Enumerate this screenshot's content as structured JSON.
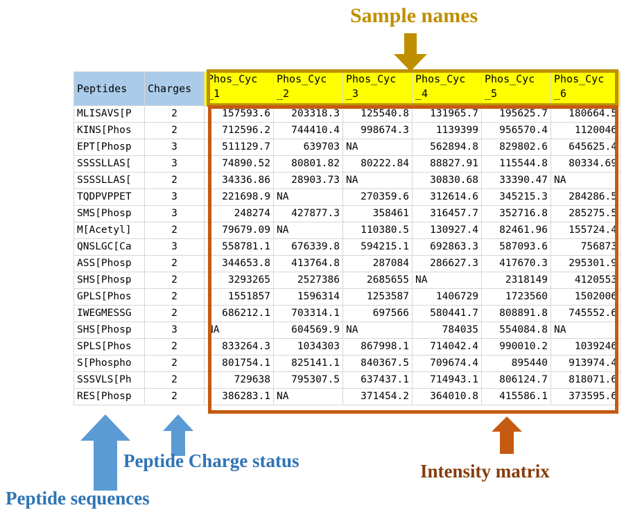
{
  "annotations": {
    "sample_names": "Sample names",
    "peptide_charge_status": "Peptide Charge status",
    "peptide_sequences": "Peptide sequences",
    "intensity_matrix": "Intensity matrix"
  },
  "colors": {
    "sample_names_accent": "#bf8f00",
    "intensity_matrix_accent": "#c55a11",
    "peptide_accent": "#2e74b5",
    "header_fill": "#aaccea",
    "sample_header_fill": "#ffff00"
  },
  "table": {
    "headers": {
      "peptides": "Peptides",
      "charges": "Charges",
      "samples": [
        "Phos_Cyc\n_1",
        "Phos_Cyc\n_2",
        "Phos_Cyc\n_3",
        "Phos_Cyc\n_4",
        "Phos_Cyc\n_5",
        "Phos_Cyc\n_6"
      ]
    },
    "rows": [
      {
        "peptide": "MLISAVS[P",
        "charge": "2",
        "values": [
          "157593.6",
          "203318.3",
          "125540.8",
          "131965.7",
          "195625.7",
          "180664.5"
        ]
      },
      {
        "peptide": "KINS[Phos",
        "charge": "2",
        "values": [
          "712596.2",
          "744410.4",
          "998674.3",
          "1139399",
          "956570.4",
          "1120046"
        ]
      },
      {
        "peptide": "EPT[Phosp",
        "charge": "3",
        "values": [
          "511129.7",
          "639703",
          "NA",
          "562894.8",
          "829802.6",
          "645625.4"
        ]
      },
      {
        "peptide": "SSSSLLAS[",
        "charge": "3",
        "values": [
          "74890.52",
          "80801.82",
          "80222.84",
          "88827.91",
          "115544.8",
          "80334.69"
        ]
      },
      {
        "peptide": "SSSSLLAS[",
        "charge": "2",
        "values": [
          "34336.86",
          "28903.73",
          "NA",
          "30830.68",
          "33390.47",
          "NA"
        ]
      },
      {
        "peptide": "TQDPVPPET",
        "charge": "3",
        "values": [
          "221698.9",
          "NA",
          "270359.6",
          "312614.6",
          "345215.3",
          "284286.5"
        ]
      },
      {
        "peptide": "SMS[Phosp",
        "charge": "3",
        "values": [
          "248274",
          "427877.3",
          "358461",
          "316457.7",
          "352716.8",
          "285275.5"
        ]
      },
      {
        "peptide": "M[Acetyl]",
        "charge": "2",
        "values": [
          "79679.09",
          "NA",
          "110380.5",
          "130927.4",
          "82461.96",
          "155724.4"
        ]
      },
      {
        "peptide": "QNSLGC[Ca",
        "charge": "3",
        "values": [
          "558781.1",
          "676339.8",
          "594215.1",
          "692863.3",
          "587093.6",
          "756873"
        ]
      },
      {
        "peptide": "ASS[Phosp",
        "charge": "2",
        "values": [
          "344653.8",
          "413764.8",
          "287084",
          "286627.3",
          "417670.3",
          "295301.9"
        ]
      },
      {
        "peptide": "SHS[Phosp",
        "charge": "2",
        "values": [
          "3293265",
          "2527386",
          "2685655",
          "NA",
          "2318149",
          "4120553"
        ]
      },
      {
        "peptide": "GPLS[Phos",
        "charge": "2",
        "values": [
          "1551857",
          "1596314",
          "1253587",
          "1406729",
          "1723560",
          "1502006"
        ]
      },
      {
        "peptide": "IWEGMESSG",
        "charge": "2",
        "values": [
          "686212.1",
          "703314.1",
          "697566",
          "580441.7",
          "808891.8",
          "745552.6"
        ]
      },
      {
        "peptide": "SHS[Phosp",
        "charge": "3",
        "values": [
          "NA",
          "604569.9",
          "NA",
          "784035",
          "554084.8",
          "NA"
        ]
      },
      {
        "peptide": "SPLS[Phos",
        "charge": "2",
        "values": [
          "833264.3",
          "1034303",
          "867998.1",
          "714042.4",
          "990010.2",
          "1039246"
        ]
      },
      {
        "peptide": "S[Phospho",
        "charge": "2",
        "values": [
          "801754.1",
          "825141.1",
          "840367.5",
          "709674.4",
          "895440",
          "913974.4"
        ]
      },
      {
        "peptide": "SSSVLS[Ph",
        "charge": "2",
        "values": [
          "729638",
          "795307.5",
          "637437.1",
          "714943.1",
          "806124.7",
          "818071.6"
        ]
      },
      {
        "peptide": "RES[Phosp",
        "charge": "2",
        "values": [
          "386283.1",
          "NA",
          "371454.2",
          "364010.8",
          "415586.1",
          "373595.6"
        ]
      }
    ]
  }
}
